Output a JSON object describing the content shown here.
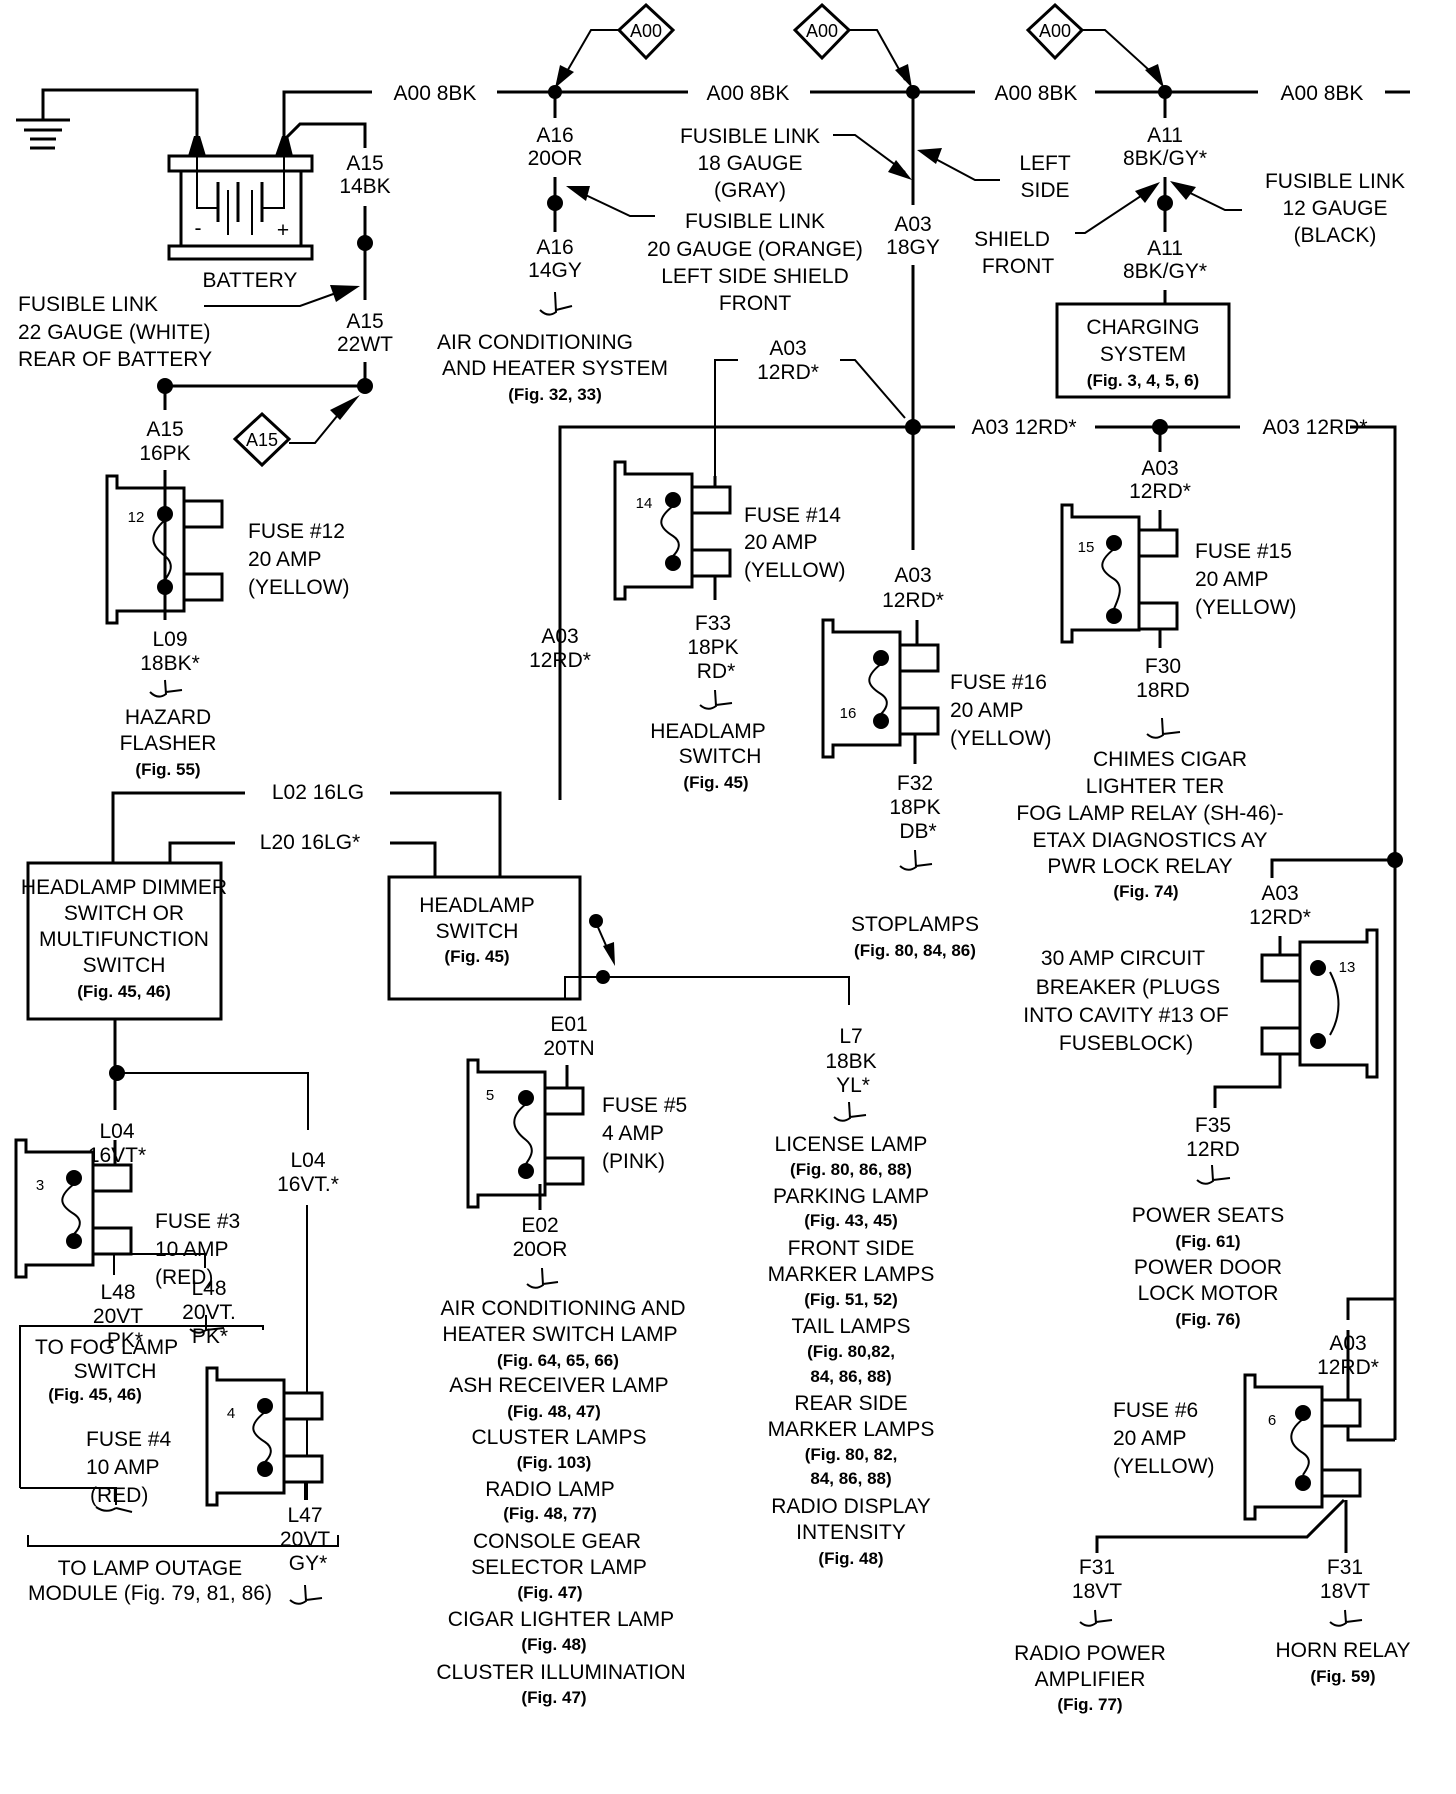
{
  "title": "Fuse block power distribution wiring diagram",
  "colors": {
    "ink": "#000000",
    "paper": "#ffffff"
  },
  "top_bus": {
    "wire_labels": [
      "A00 8BK",
      "A00 8BK",
      "A00 8BK",
      "A00 8BK"
    ],
    "connector_refs": [
      "A00",
      "A00",
      "A00"
    ]
  },
  "battery": {
    "label": "BATTERY",
    "neg_sign": "-",
    "pos_sign": "+",
    "ground_icon": "ground-symbol",
    "wire_a15_top": [
      "A15",
      "14BK"
    ],
    "wire_a15_bottom": [
      "A15",
      "22WT"
    ],
    "fusible_link": [
      "FUSIBLE LINK",
      "22 GAUGE (WHITE)",
      "REAR OF BATTERY"
    ],
    "connector_ref": "A15"
  },
  "ac_branch": {
    "wire_top": [
      "A16",
      "20OR"
    ],
    "wire_bottom": [
      "A16",
      "14GY"
    ],
    "fusible_link": [
      "FUSIBLE LINK",
      "20 GAUGE (ORANGE)",
      "LEFT SIDE SHIELD",
      "FRONT"
    ],
    "destination": [
      "AIR CONDITIONING",
      "AND HEATER SYSTEM"
    ],
    "fig": "(Fig. 32, 33)"
  },
  "a03_branch": {
    "fusible_link": [
      "FUSIBLE LINK",
      "18 GAUGE",
      "(GRAY)"
    ],
    "side_label": [
      "LEFT",
      "SIDE"
    ],
    "wire": [
      "A03",
      "18GY"
    ]
  },
  "charging_branch": {
    "wire_top": [
      "A11",
      "8BK/GY*"
    ],
    "wire_bottom": [
      "A11",
      "8BK/GY*"
    ],
    "shield_label": [
      "SHIELD",
      "FRONT"
    ],
    "fusible_link": [
      "FUSIBLE LINK",
      "12 GAUGE",
      "(BLACK)"
    ],
    "box": [
      "CHARGING",
      "SYSTEM"
    ],
    "fig": "(Fig. 3, 4, 5, 6)"
  },
  "a03_bus": {
    "labels": [
      "A03 12RD*",
      "A03 12RD*"
    ],
    "a03_top_label": [
      "A03",
      "12RD*"
    ],
    "a03_vert_label": [
      "A03",
      "12RD*"
    ]
  },
  "fuses": {
    "f12": {
      "num": "12",
      "title": "FUSE #12",
      "amp": "20 AMP",
      "color": "(YELLOW)",
      "in": [
        "A15",
        "16PK"
      ],
      "out": [
        "L09",
        "18BK*"
      ],
      "dest": [
        "HAZARD",
        "FLASHER"
      ],
      "fig": "(Fig. 55)"
    },
    "f14": {
      "num": "14",
      "title": "FUSE #14",
      "amp": "20 AMP",
      "color": "(YELLOW)",
      "out": [
        "F33",
        "18PK",
        "RD*"
      ],
      "dest": [
        "HEADLAMP",
        "SWITCH"
      ],
      "fig": "(Fig. 45)"
    },
    "f16": {
      "num": "16",
      "title": "FUSE #16",
      "amp": "20 AMP",
      "color": "(YELLOW)",
      "in": [
        "A03",
        "12RD*"
      ],
      "out": [
        "F32",
        "18PK",
        "DB*"
      ],
      "dest": [
        "STOPLAMPS"
      ],
      "fig": "(Fig. 80, 84, 86)"
    },
    "f15": {
      "num": "15",
      "title": "FUSE #15",
      "amp": "20 AMP",
      "color": "(YELLOW)",
      "in": [
        "A03",
        "12RD*"
      ],
      "out": [
        "F30",
        "18RD"
      ],
      "dest": [
        "CHIMES CIGAR",
        "LIGHTER TER",
        "FOG LAMP RELAY (SH-46)-",
        "ETAX DIAGNOSTICS AY",
        "PWR LOCK RELAY"
      ],
      "fig": "(Fig. 74)"
    },
    "f5": {
      "num": "5",
      "title": "FUSE #5",
      "amp": "4 AMP",
      "color": "(PINK)",
      "in": [
        "E01",
        "20TN"
      ],
      "out": [
        "E02",
        "20OR"
      ]
    },
    "f3": {
      "num": "3",
      "title": "FUSE #3",
      "amp": "10 AMP",
      "color": "(RED)",
      "in": [
        "L04",
        "16VT*"
      ],
      "out_a": [
        "L48",
        "20VT",
        "PK*"
      ],
      "out_b": [
        "L48",
        "20VT.",
        "PK*"
      ]
    },
    "f4": {
      "num": "4",
      "title": "FUSE #4",
      "amp": "10 AMP",
      "color": "(RED)",
      "in": [
        "L04",
        "16VT.*"
      ],
      "out": [
        "L47",
        "20VT",
        "GY*"
      ]
    },
    "f6": {
      "num": "6",
      "title": "FUSE #6",
      "amp": "20 AMP",
      "color": "(YELLOW)",
      "in": [
        "A03",
        "12RD*"
      ],
      "out_a": [
        "F31",
        "18VT"
      ],
      "out_b": [
        "F31",
        "18VT"
      ]
    },
    "cb13": {
      "num": "13",
      "desc": [
        "30 AMP CIRCUIT",
        "BREAKER (PLUGS",
        "INTO CAVITY #13 OF",
        "FUSEBLOCK)"
      ],
      "in": [
        "A03",
        "12RD*"
      ],
      "out": [
        "F35",
        "12RD"
      ]
    }
  },
  "headlamp": {
    "l02": "L02 16LG",
    "l20": "L20 16LG*",
    "dimmer_box": [
      "HEADLAMP DIMMER",
      "SWITCH OR",
      "MULTIFUNCTION",
      "SWITCH"
    ],
    "dimmer_fig": "(Fig. 45, 46)",
    "switch_box": [
      "HEADLAMP",
      "SWITCH"
    ],
    "switch_fig": "(Fig. 45)",
    "feed_label": [
      "A03",
      "12RD*"
    ],
    "l7": [
      "L7",
      "18BK",
      "YL*"
    ]
  },
  "fuse5_dest": [
    {
      "name": [
        "AIR CONDITIONING AND",
        "HEATER SWITCH LAMP"
      ],
      "fig": "(Fig. 64, 65, 66)"
    },
    {
      "name": [
        "ASH RECEIVER LAMP"
      ],
      "fig": "(Fig. 48, 47)"
    },
    {
      "name": [
        "CLUSTER LAMPS"
      ],
      "fig": "(Fig. 103)"
    },
    {
      "name": [
        "RADIO LAMP"
      ],
      "fig": "(Fig. 48, 77)"
    },
    {
      "name": [
        "CONSOLE GEAR",
        "SELECTOR LAMP"
      ],
      "fig": "(Fig. 47)"
    },
    {
      "name": [
        "CIGAR LIGHTER LAMP"
      ],
      "fig": "(Fig. 48)"
    },
    {
      "name": [
        "CLUSTER ILLUMINATION"
      ],
      "fig": "(Fig. 47)"
    }
  ],
  "l7_dest": [
    {
      "name": [
        "LICENSE LAMP"
      ],
      "fig": [
        "(Fig. 80, 86, 88)"
      ]
    },
    {
      "name": [
        "PARKING LAMP"
      ],
      "fig": [
        "(Fig. 43, 45)"
      ]
    },
    {
      "name": [
        "FRONT SIDE",
        "MARKER LAMPS"
      ],
      "fig": [
        "(Fig. 51, 52)"
      ]
    },
    {
      "name": [
        "TAIL LAMPS"
      ],
      "fig": [
        "(Fig. 80,82,",
        "84, 86, 88)"
      ]
    },
    {
      "name": [
        "REAR SIDE",
        "MARKER LAMPS"
      ],
      "fig": [
        "(Fig. 80, 82,",
        "84, 86, 88)"
      ]
    },
    {
      "name": [
        "RADIO DISPLAY",
        "INTENSITY"
      ],
      "fig": [
        "(Fig. 48)"
      ]
    }
  ],
  "fog_lamp": {
    "name": [
      "TO FOG LAMP",
      "SWITCH"
    ],
    "fig": "(Fig. 45, 46)"
  },
  "lamp_outage": {
    "name": [
      "TO LAMP OUTAGE",
      "MODULE  (Fig. 79, 81, 86)"
    ]
  },
  "cb13_dest": [
    {
      "name": [
        "POWER SEATS"
      ],
      "fig": "(Fig. 61)"
    },
    {
      "name": [
        "POWER DOOR",
        "LOCK MOTOR"
      ],
      "fig": "(Fig. 76)"
    }
  ],
  "f6_dest": [
    {
      "name": [
        "RADIO POWER",
        "AMPLIFIER"
      ],
      "fig": "(Fig. 77)"
    },
    {
      "name": [
        "HORN RELAY"
      ],
      "fig": "(Fig. 59)"
    }
  ]
}
